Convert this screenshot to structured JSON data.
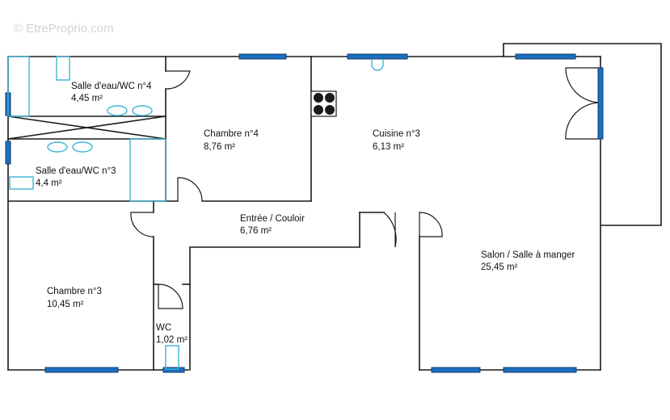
{
  "watermark": "© EtreProprio.com",
  "colors": {
    "wall": "#1a1a1a",
    "window": "#1d6fbf",
    "fixture": "#3fb4d8"
  },
  "rooms": {
    "sde4": {
      "name": "Salle d'eau/WC n°4",
      "area": "4,45  m²"
    },
    "sde3": {
      "name": "Salle d'eau/WC n°3",
      "area": "4,4  m²"
    },
    "chambre4": {
      "name": "Chambre n°4",
      "area": "8,76  m²"
    },
    "cuisine": {
      "name": "Cuisine n°3",
      "area": "6,13  m²"
    },
    "entree": {
      "name": "Entrée / Couloir",
      "area": "6,76  m²"
    },
    "salon": {
      "name": "Salon / Salle à manger",
      "area": "25,45  m²"
    },
    "chambre3": {
      "name": "Chambre n°3",
      "area": "10,45  m²"
    },
    "wc": {
      "name": "WC",
      "area": "1,02  m²"
    }
  }
}
